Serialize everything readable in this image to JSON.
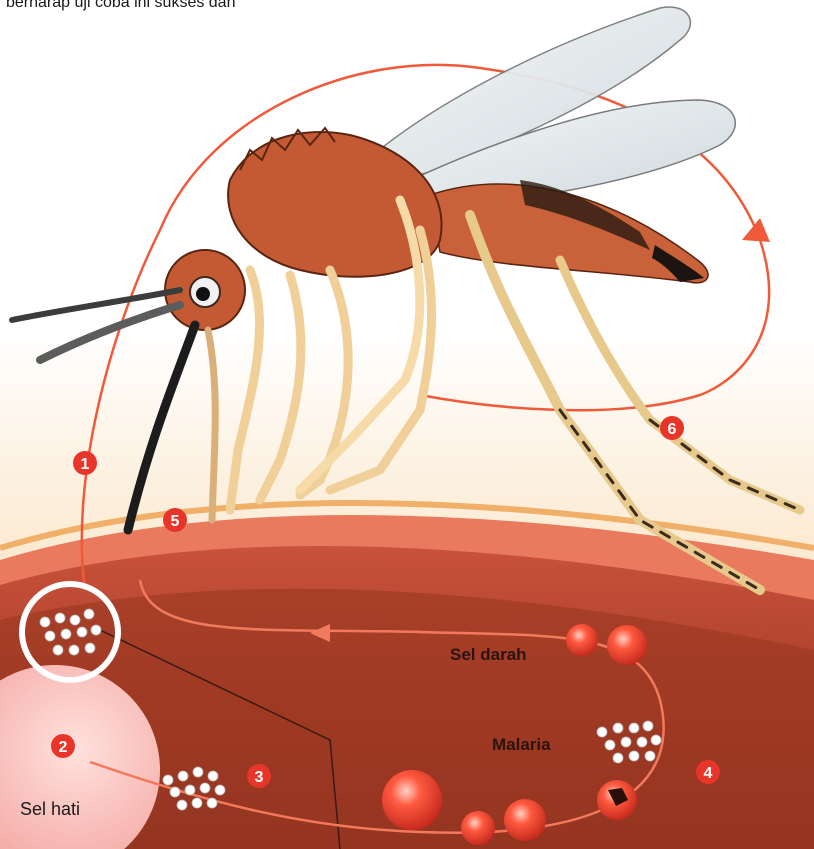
{
  "caption": "berharap  uji coba ini sukses dan",
  "labels": {
    "sel_darah": "Sel darah",
    "malaria": "Malaria",
    "sel_hati": "Sel hati"
  },
  "steps": [
    "1",
    "2",
    "3",
    "4",
    "5",
    "6"
  ],
  "colors": {
    "cycle_line": "#f05a3a",
    "step_badge": "#e8352a",
    "blood_dark": "#8e2f1c",
    "blood_mid": "#c8543c",
    "skin": "#f6d8a8",
    "mosquito_body": "#c9623a",
    "wing": "#e6ecee",
    "liver_cell": "#f7b8b3"
  }
}
